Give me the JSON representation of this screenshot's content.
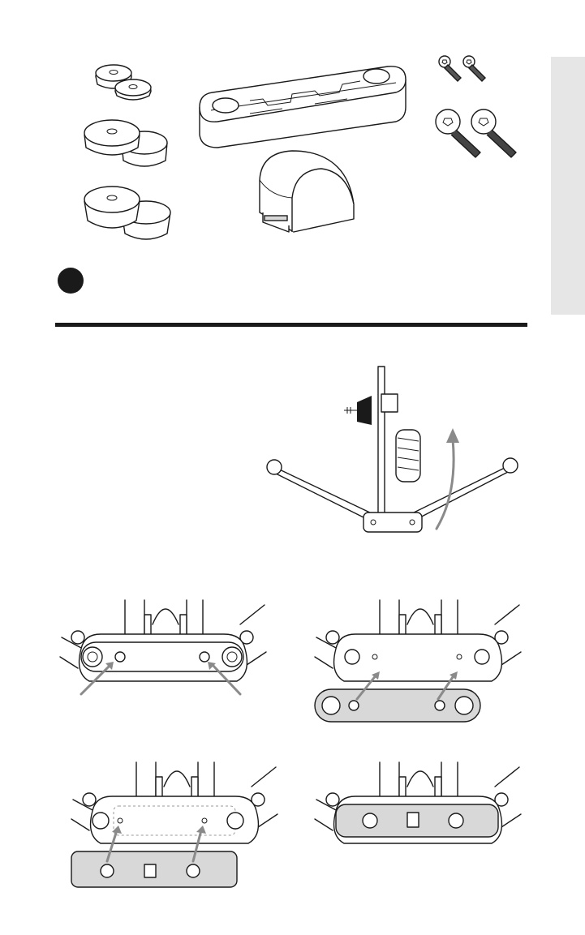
{
  "page": {
    "colors": {
      "ink": "#1a1a1a",
      "tab": "#e6e6e6",
      "pad_fill": "#d8d8d8",
      "arrow": "#8a8a8a"
    }
  },
  "parts": {
    "feet_small": "rubber-foot-small-pair",
    "feet_medium": "rubber-foot-medium-pair",
    "feet_large": "rubber-foot-large-pair",
    "base_plate": "base-plate",
    "bumper": "rubber-bumper",
    "screws_short": "short-hex-screws",
    "screws_long": "long-hex-screws"
  },
  "illustrations": {
    "overview": "stand-flip-overview",
    "panels": [
      "base-with-screws-shown",
      "remove-plate",
      "attach-pad",
      "pad-attached"
    ]
  }
}
